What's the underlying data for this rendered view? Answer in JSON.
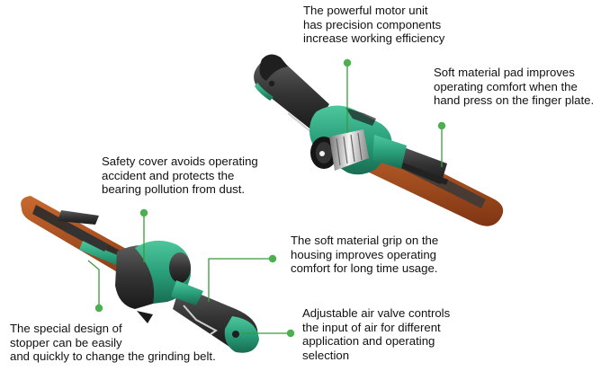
{
  "callouts": {
    "motor": "The powerful motor unit\nhas precision components\nincrease working efficiency",
    "pad": "Soft material pad improves\noperating comfort when the\nhand press on the finger plate.",
    "cover": "Safety cover avoids operating\naccident and protects the\nbearing pollution from dust.",
    "grip": "The soft material grip on the\nhousing improves operating\ncomfort for long time usage.",
    "valve": "Adjustable air valve controls\nthe input of air for different\napplication and operating\nselection",
    "stopper": "The special design of\nstopper can be easily\nand quickly to change the grinding belt."
  },
  "colors": {
    "housing_green": "#2aa07a",
    "grip_dark": "#3a3a3a",
    "belt_brown": "#a24a1c",
    "leader_green": "#3b9a3b",
    "dot_green": "#4caf50"
  },
  "icons": {
    "upper_tool": "belt-sander-tool-icon",
    "lower_tool": "belt-sander-tool-icon"
  }
}
